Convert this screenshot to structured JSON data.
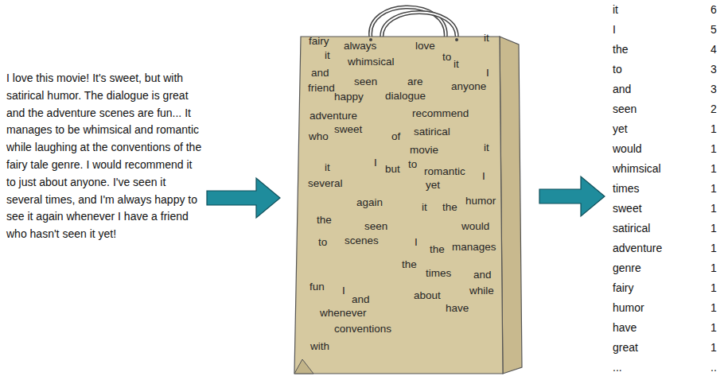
{
  "diagram": {
    "nodes": [
      {
        "text": [
          "I love this movie! It's sweet, but with satirical humor. The dialogue is great and the adventure scenes are fun... It manages to be whimsical and romantic while laughing at the conventions of the fairy tale genre. I would recommend it to just about anyone. I've seen it several times, and I'm always happy to see it again whenever I have a friend who hasn't seen it yet!"
        ]
      },
      {
        "text": [
          "fairy",
          "always",
          "love",
          "to",
          "it",
          "it",
          "whimsical",
          "it",
          "I",
          "and",
          "seen",
          "are",
          "anyone",
          "friend",
          "happy",
          "dialogue",
          "adventure",
          "recommend",
          "who",
          "sweet",
          "of",
          "satirical",
          "it",
          "movie",
          "it",
          "I",
          "but",
          "to",
          "romantic",
          "I",
          "several",
          "yet",
          "again",
          "it",
          "the",
          "humor",
          "the",
          "seen",
          "would",
          "to",
          "scenes",
          "I",
          "the",
          "manages",
          "the",
          "times",
          "and",
          "fun",
          "I",
          "and",
          "about",
          "while",
          "whenever",
          "have",
          "conventions",
          "with"
        ]
      },
      {
        "text": [
          "it",
          "6",
          "I",
          "5",
          "the",
          "4",
          "to",
          "3",
          "and",
          "3",
          "seen",
          "2",
          "yet",
          "1",
          "would",
          "1",
          "whimsical",
          "1",
          "times",
          "1",
          "sweet",
          "1",
          "satirical",
          "1",
          "adventure",
          "1",
          "genre",
          "1",
          "fairy",
          "1",
          "humor",
          "1",
          "have",
          "1",
          "great",
          "1",
          "...",
          ".."
        ]
      }
    ],
    "edges": [
      {
        "from": 0,
        "to": 1,
        "arrow": "to"
      },
      {
        "from": 1,
        "to": 2,
        "arrow": "to"
      }
    ]
  }
}
